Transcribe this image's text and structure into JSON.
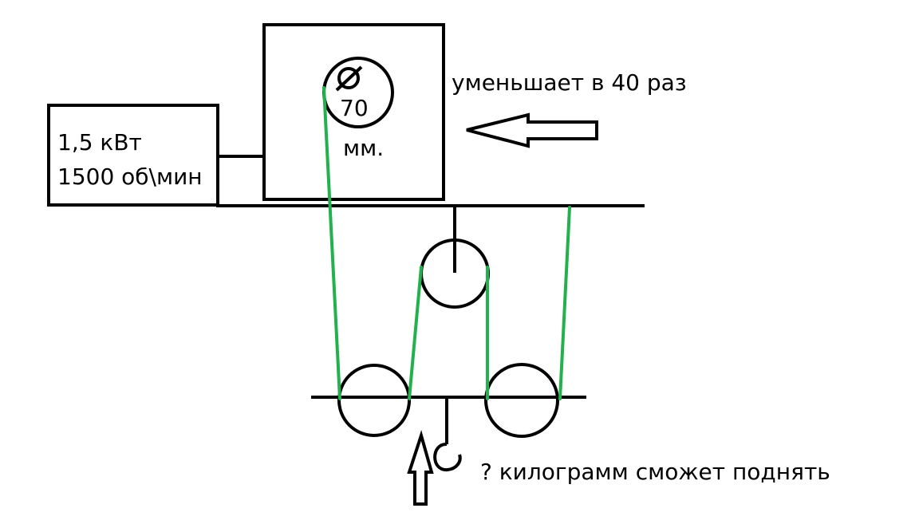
{
  "motor": {
    "power": "1,5 кВт",
    "speed": "1500 об\\мин"
  },
  "drum": {
    "diameter_value": "70",
    "diameter_unit": "мм."
  },
  "gearbox": {
    "reduction_note": "уменьшает в 40 раз"
  },
  "load": {
    "question": "? килограмм сможет поднять"
  },
  "colors": {
    "line": "#000000",
    "rope": "#22b14c",
    "background": "#ffffff"
  }
}
